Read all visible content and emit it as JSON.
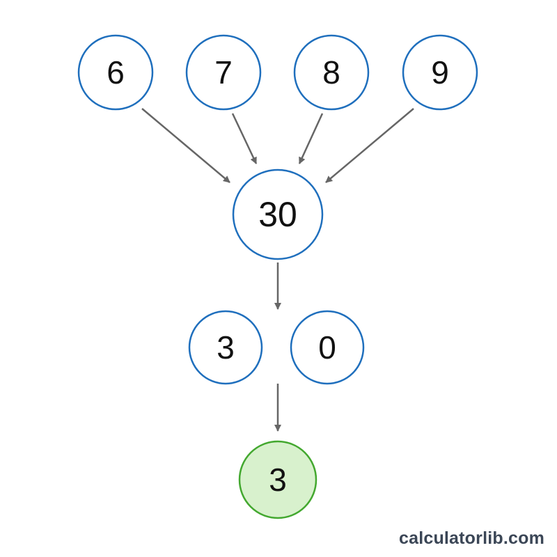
{
  "title": "",
  "colors": {
    "node_border": "#1f6fbd",
    "node_fill": "#ffffff",
    "result_border": "#43a82f",
    "result_fill": "#d8f1cd",
    "arrow": "#666666",
    "text": "#111111",
    "brand": "#3b4656"
  },
  "digits": {
    "d1": "6",
    "d2": "7",
    "d3": "8",
    "d4": "9"
  },
  "sum": "30",
  "sum_digits": {
    "d1": "3",
    "d2": "0"
  },
  "result": "3",
  "brand": "calculatorlib.com"
}
